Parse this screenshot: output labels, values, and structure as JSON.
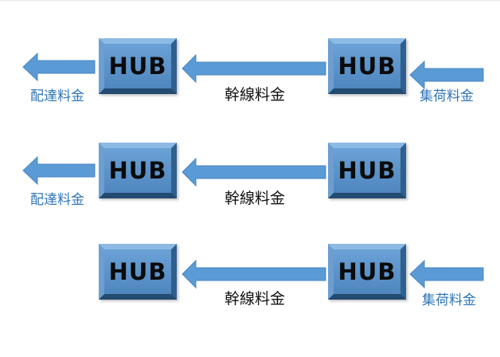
{
  "colors": {
    "arrow_fill": "#5b9bd5",
    "arrow_stroke": "#4a86c0",
    "hub_fill": "#5a92c9",
    "label_blue": "#2e75b6",
    "label_black": "#111111"
  },
  "rows": [
    {
      "hub_left": "HUB",
      "hub_right": "HUB",
      "delivery_fee": "配達料金",
      "trunk_fee": "幹線料金",
      "pickup_fee": "集荷料金"
    },
    {
      "hub_left": "HUB",
      "hub_right": "HUB",
      "delivery_fee": "配達料金",
      "trunk_fee": "幹線料金"
    },
    {
      "hub_left": "HUB",
      "hub_right": "HUB",
      "trunk_fee": "幹線料金",
      "pickup_fee": "集荷料金"
    }
  ]
}
